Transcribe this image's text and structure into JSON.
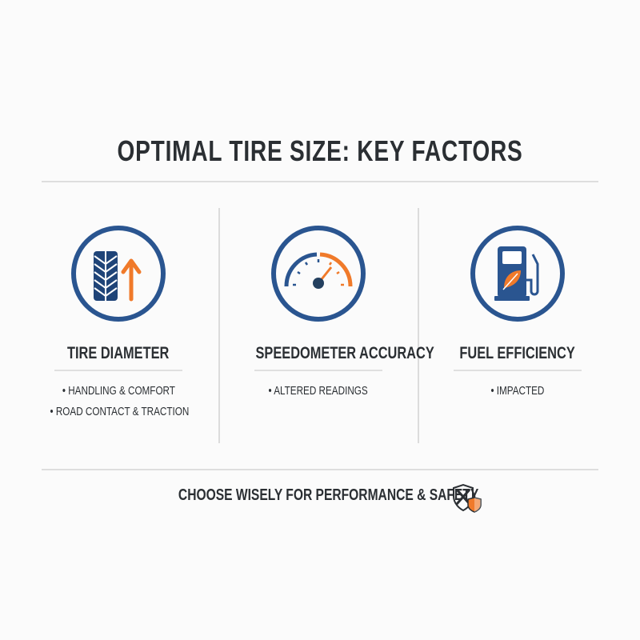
{
  "title": "OPTIMAL TIRE SIZE: KEY FACTORS",
  "colors": {
    "primary": "#2a5590",
    "accent": "#f07a2a",
    "text": "#2b2f33"
  },
  "factors": [
    {
      "icon": "tire-with-up-arrow-icon",
      "heading": "TIRE DIAMETER",
      "bullets": [
        "• HANDLING & COMFORT",
        "• ROAD CONTACT & TRACTION"
      ]
    },
    {
      "icon": "speedometer-icon",
      "heading": "SPEEDOMETER ACCURACY",
      "bullets": [
        "• ALTERED READINGS"
      ]
    },
    {
      "icon": "fuel-pump-leaf-icon",
      "heading": "FUEL EFFICIENCY",
      "bullets": [
        "• IMPACTED"
      ]
    }
  ],
  "footer": {
    "text": "CHOOSE WISELY FOR PERFORMANCE & SAFETY",
    "icon": "wrench-shield-icon"
  }
}
